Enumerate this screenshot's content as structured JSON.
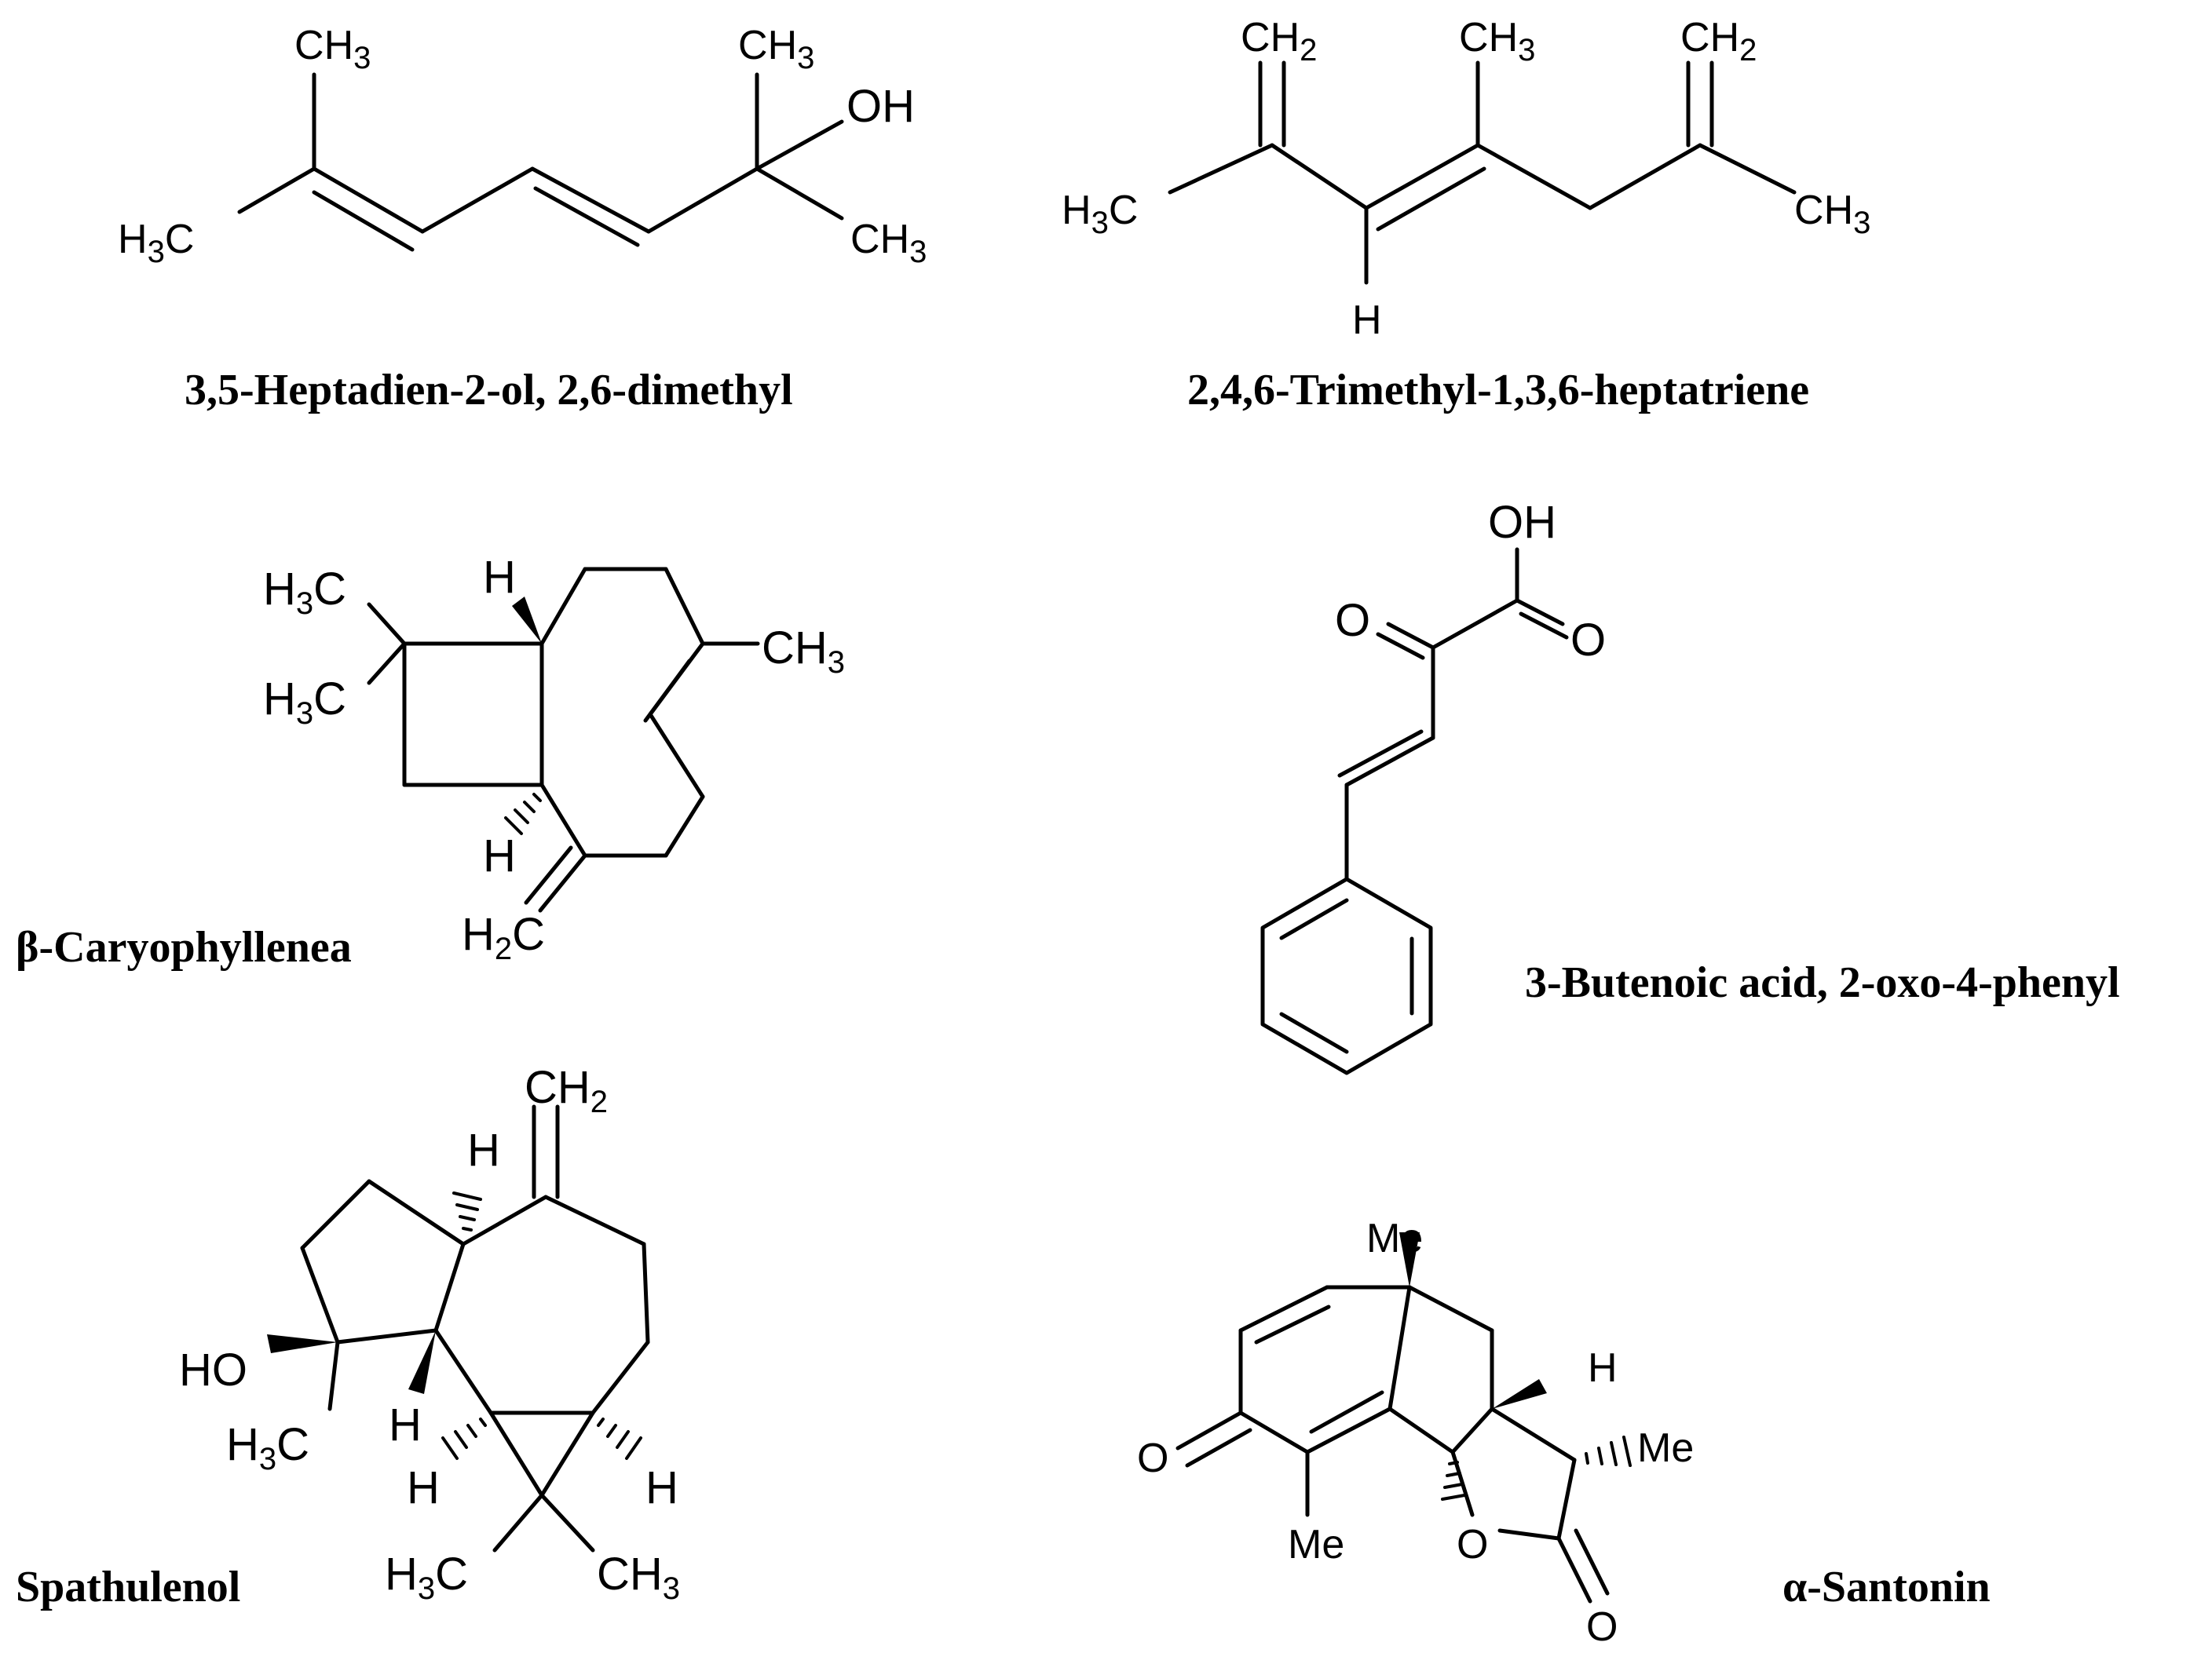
{
  "molecules": [
    {
      "name": "3,5-Heptadien-2-ol, 2,6-dimethyl",
      "atoms": {
        "methyl_top": "CH3",
        "methyl_left": "H3C",
        "methyl_top_right": "CH3",
        "hydroxyl": "OH",
        "methyl_right": "CH3"
      }
    },
    {
      "name": "2,4,6-Trimethyl-1,3,6-heptatriene",
      "atoms": {
        "methylene_left": "CH2",
        "methyl_mid": "CH3",
        "methylene_right": "CH2",
        "methyl_left": "H3C",
        "methyl_right": "CH3",
        "hydrogen": "H"
      }
    },
    {
      "name": "β-Caryophyllenea",
      "atoms": {
        "methyl_upper": "H3C",
        "methyl_lower": "H3C",
        "hydrogen_top": "H",
        "methyl_right": "CH3",
        "hydrogen_bottom": "H",
        "methylene": "H2C"
      }
    },
    {
      "name": "3-Butenoic acid, 2-oxo-4-phenyl",
      "atoms": {
        "hydroxyl": "OH",
        "keto_oxygen": "O",
        "acid_oxygen": "O"
      }
    },
    {
      "name": "Spathulenol",
      "atoms": {
        "methylene": "CH2",
        "hydrogen_top": "H",
        "hydroxyl": "HO",
        "methyl": "H3C",
        "hydrogen_mid": "H",
        "hydrogen_left": "H",
        "hydrogen_right": "H",
        "gem_methyl_left": "H3C",
        "gem_methyl_right": "CH3"
      }
    },
    {
      "name": "α-Santonin",
      "atoms": {
        "methyl_top": "Me",
        "hydrogen": "H",
        "methyl_right": "Me",
        "keto_oxygen": "O",
        "methyl_bottom": "Me",
        "ring_oxygen": "O",
        "lactone_oxygen": "O"
      }
    }
  ]
}
